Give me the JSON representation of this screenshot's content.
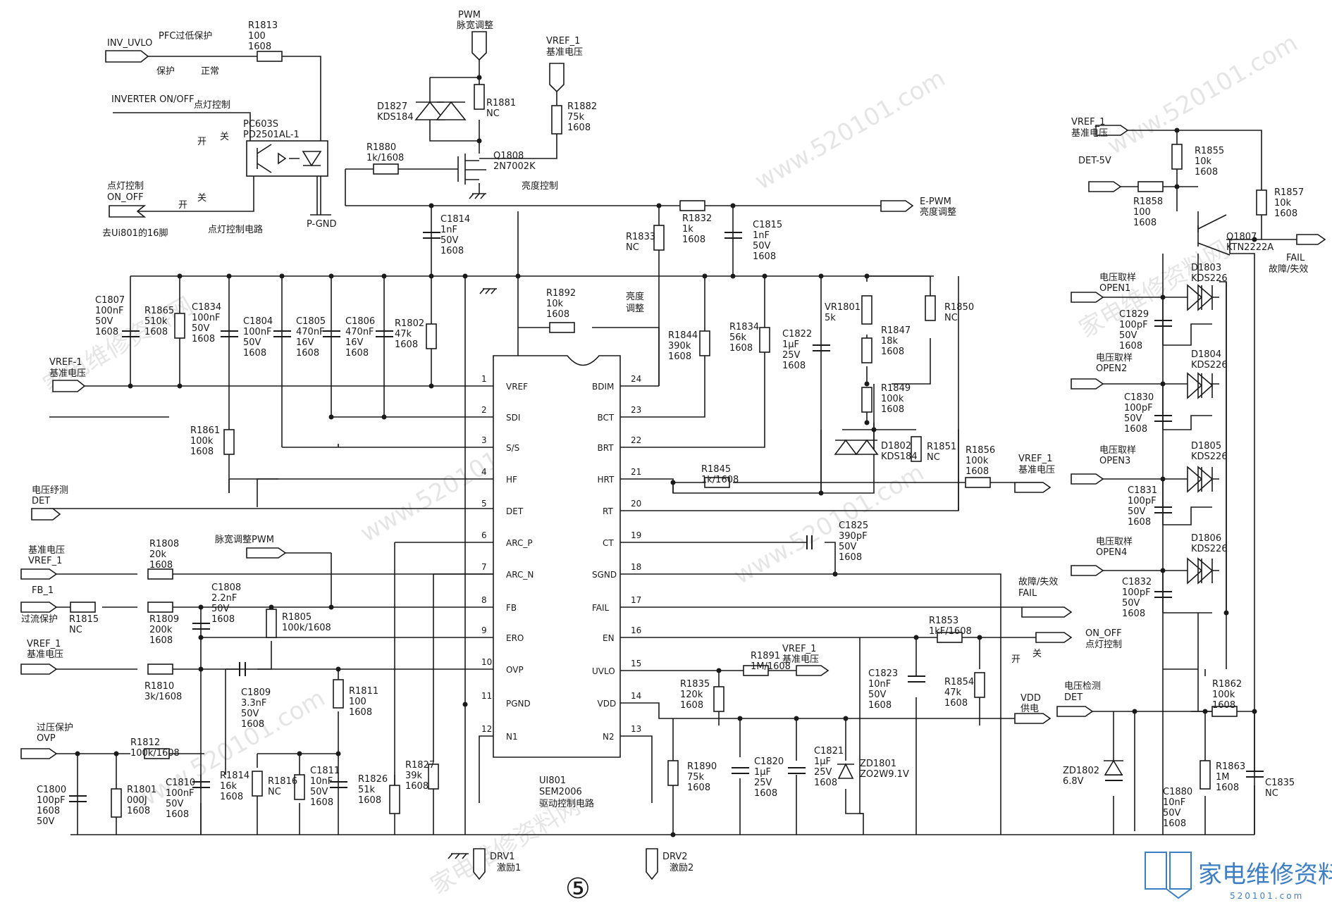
{
  "watermark": {
    "text": "www.520101.com",
    "text_cn": "家电维修资料网"
  },
  "page_number": "⑤",
  "logo": {
    "text": "家电维修资料网",
    "url": "520101.com"
  },
  "ic": {
    "ref": "UI801",
    "part": "SEM2006",
    "desc": "驱动控制电路",
    "left_pins": [
      {
        "num": "1",
        "name": "VREF"
      },
      {
        "num": "2",
        "name": "SDI"
      },
      {
        "num": "3",
        "name": "S/S"
      },
      {
        "num": "4",
        "name": "HF"
      },
      {
        "num": "5",
        "name": "DET"
      },
      {
        "num": "6",
        "name": "ARC_P"
      },
      {
        "num": "7",
        "name": "ARC_N"
      },
      {
        "num": "8",
        "name": "FB"
      },
      {
        "num": "9",
        "name": "ERO"
      },
      {
        "num": "10",
        "name": "OVP"
      },
      {
        "num": "11",
        "name": "PGND"
      },
      {
        "num": "12",
        "name": "N1"
      }
    ],
    "right_pins": [
      {
        "num": "24",
        "name": "BDIM"
      },
      {
        "num": "23",
        "name": "BCT"
      },
      {
        "num": "22",
        "name": "BRT"
      },
      {
        "num": "21",
        "name": "HRT"
      },
      {
        "num": "20",
        "name": "RT"
      },
      {
        "num": "19",
        "name": "CT"
      },
      {
        "num": "18",
        "name": "SGND"
      },
      {
        "num": "17",
        "name": "FAIL"
      },
      {
        "num": "16",
        "name": "EN"
      },
      {
        "num": "15",
        "name": "UVLO"
      },
      {
        "num": "14",
        "name": "VDD"
      },
      {
        "num": "13",
        "name": "N2"
      }
    ]
  },
  "ports": {
    "inv_uvlo": "INV_UVLO",
    "pfc_note": "PFC过低保护",
    "protect": "保护",
    "normal": "正常",
    "inverter_onoff": "INVERTER ON/OFF",
    "light_ctrl": "点灯控制",
    "open1": "开",
    "close1": "关",
    "onoff_cn": "点灯控制",
    "onoff": "ON_OFF",
    "open2": "开",
    "close2": "关",
    "to_u1801": "去Ui801的16脚",
    "light_circuit": "点灯控制电路",
    "pgnd": "P-GND",
    "pwm": "PWM",
    "pwm_cn": "脉宽调整",
    "vref_top": "VREF_1",
    "vref_top_cn": "基准电压",
    "brightness": "亮度控制",
    "epwm": "E-PWM",
    "epwm_cn": "亮度调整",
    "brightness_adj": "亮度",
    "brightness_adj2": "调整",
    "vref_left": "VREF-1",
    "vref_left_cn": "基准电压",
    "det_cn": "电压纾测",
    "det": "DET",
    "pwm_mid": "脉宽调整PWM",
    "vref_8_cn": "基准电压",
    "vref_8": "VREF_1",
    "fb": "FB_1",
    "over_current": "过流保护",
    "vref_10": "VREF_1",
    "vref_10_cn": "基准电压",
    "ovp_cn": "过压保护",
    "ovp": "OVP",
    "vref_21": "VREF_1",
    "vref_21_cn": "基准电压",
    "fail_cn": "故障/失效",
    "fail": "FAIL",
    "onoff_16": "ON_OFF",
    "onoff_16_cn": "点灯控制",
    "open3": "开",
    "close3": "关",
    "vref_15": "VREF_1",
    "vref_15_cn": "基准电压",
    "vdd": "VDD",
    "vdd_cn": "供电",
    "drv1": "DRV1",
    "drv1_cn": "激励1",
    "drv2": "DRV2",
    "drv2_cn": "激励2",
    "vref_r": "VREF_1",
    "vref_r_cn": "基准电压",
    "det5v": "DET-5V",
    "fail_r": "FAIL",
    "fail_r_cn": "故障/失效",
    "open1_cn": "电压取样",
    "open1_en": "OPEN1",
    "open2_cn": "电压取样",
    "open2_en": "OPEN2",
    "open3_cn": "电压取样",
    "open3_en": "OPEN3",
    "open4_cn": "电压取样",
    "open4_en": "OPEN4",
    "det_r_cn": "电压检测",
    "det_r": "DET"
  },
  "components": {
    "r1813": [
      "R1813",
      "100",
      "1608"
    ],
    "pc603": [
      "PC603S",
      "PD2501AL-1"
    ],
    "d1827": [
      "D1827",
      "KDS184"
    ],
    "r1881": [
      "R1881",
      "NC"
    ],
    "r1882": [
      "R1882",
      "75k",
      "1608"
    ],
    "r1880": [
      "R1880",
      "1k/1608"
    ],
    "q1808": [
      "Q1808",
      "2N7002K"
    ],
    "c1814": [
      "C1814",
      "1nF",
      "50V",
      "1608"
    ],
    "r1833": [
      "R1833",
      "NC"
    ],
    "r1832": [
      "R1832",
      "1k",
      "1608"
    ],
    "c1815": [
      "C1815",
      "1nF",
      "50V",
      "1608"
    ],
    "c1807": [
      "C1807",
      "100nF",
      "50V",
      "1608"
    ],
    "r1865": [
      "R1865",
      "510k",
      "1608"
    ],
    "c1834": [
      "C1834",
      "100nF",
      "50V",
      "1608"
    ],
    "c1804": [
      "C1804",
      "100nF",
      "50V",
      "1608"
    ],
    "c1805": [
      "C1805",
      "470nF",
      "16V",
      "1608"
    ],
    "c1806": [
      "C1806",
      "470nF",
      "16V",
      "1608"
    ],
    "r1802": [
      "R1802",
      "47k",
      "1608"
    ],
    "r1892": [
      "R1892",
      "10k",
      "1608"
    ],
    "r1844": [
      "R1844",
      "390k",
      "1608"
    ],
    "r1834": [
      "R1834",
      "56k",
      "1608"
    ],
    "c1822": [
      "C1822",
      "1μF",
      "25V",
      "1608"
    ],
    "vr1801": [
      "VR1801",
      "5k"
    ],
    "r1847": [
      "R1847",
      "18k",
      "1608"
    ],
    "r1850": [
      "R1850",
      "NC"
    ],
    "r1849": [
      "R1849",
      "100k",
      "1608"
    ],
    "d1802": [
      "D1802",
      "KDS184"
    ],
    "r1851": [
      "R1851",
      "NC"
    ],
    "r1856": [
      "R1856",
      "100k",
      "1608"
    ],
    "r1845": [
      "R1845",
      "1k/1608"
    ],
    "r1861": [
      "R1861",
      "100k",
      "1608"
    ],
    "c1825": [
      "C1825",
      "390pF",
      "50V",
      "1608"
    ],
    "r1808": [
      "R1808",
      "20k",
      "1608"
    ],
    "c1808": [
      "C1808",
      "2.2nF",
      "50V",
      "1608"
    ],
    "r1815": [
      "R1815",
      "NC"
    ],
    "r1809": [
      "R1809",
      "200k",
      "1608"
    ],
    "r1805": [
      "R1805",
      "100k/1608"
    ],
    "r1810": [
      "R1810",
      "3k/1608"
    ],
    "c1809": [
      "C1809",
      "3.3nF",
      "50V",
      "1608"
    ],
    "r1811": [
      "R1811",
      "100",
      "1608"
    ],
    "r1812": [
      "R1812",
      "100k/1608"
    ],
    "c1800": [
      "C1800",
      "100pF",
      "1608",
      "50V"
    ],
    "r1801": [
      "R1801",
      "000J",
      "1608"
    ],
    "c1810": [
      "C1810",
      "100nF",
      "50V",
      "1608"
    ],
    "r1814": [
      "R1814",
      "16k",
      "1608"
    ],
    "r1816": [
      "R1816",
      "NC"
    ],
    "c1811": [
      "C1811",
      "10nF",
      "50V",
      "1608"
    ],
    "r1826": [
      "R1826",
      "51k",
      "1608"
    ],
    "r1827": [
      "R1827",
      "39k",
      "1608"
    ],
    "r1853": [
      "R1853",
      "1kF/1608"
    ],
    "r1835": [
      "R1835",
      "120k",
      "1608"
    ],
    "r1891": [
      "R1891",
      "1M/1608"
    ],
    "c1823": [
      "C1823",
      "10nF",
      "50V",
      "1608"
    ],
    "r1854": [
      "R1854",
      "47k",
      "1608"
    ],
    "r1890": [
      "R1890",
      "75k",
      "1608"
    ],
    "c1820": [
      "C1820",
      "1μF",
      "25V",
      "1608"
    ],
    "c1821": [
      "C1821",
      "1μF",
      "25V",
      "1608"
    ],
    "zd1801": [
      "ZD1801",
      "ZO2W9.1V"
    ],
    "r1855": [
      "R1855",
      "10k",
      "1608"
    ],
    "r1858": [
      "R1858",
      "100",
      "1608"
    ],
    "r1857": [
      "R1857",
      "10k",
      "1608"
    ],
    "q1807": [
      "Q1807",
      "KTN2222A"
    ],
    "d1803": [
      "D1803",
      "KDS226"
    ],
    "c1829": [
      "C1829",
      "100pF",
      "50V",
      "1608"
    ],
    "d1804": [
      "D1804",
      "KDS226"
    ],
    "c1830": [
      "C1830",
      "100pF",
      "50V",
      "1608"
    ],
    "d1805": [
      "D1805",
      "KDS226"
    ],
    "c1831": [
      "C1831",
      "100pF",
      "50V",
      "1608"
    ],
    "d1806": [
      "D1806",
      "KDS226"
    ],
    "c1832": [
      "C1832",
      "100pF",
      "50V",
      "1608"
    ],
    "r1862": [
      "R1862",
      "100k",
      "1608"
    ],
    "zd1802": [
      "ZD1802",
      "6.8V"
    ],
    "c1880": [
      "C1880",
      "10nF",
      "50V",
      "1608"
    ],
    "r1863": [
      "R1863",
      "1M",
      "1608"
    ],
    "c1835": [
      "C1835",
      "NC"
    ]
  }
}
